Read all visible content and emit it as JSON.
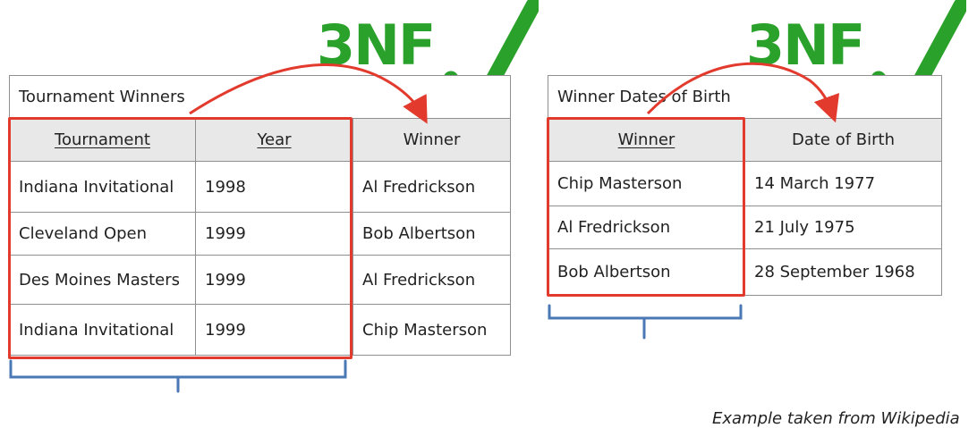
{
  "badges": {
    "left": "3NF",
    "right": "3NF"
  },
  "table1": {
    "caption": "Tournament Winners",
    "headers": [
      "Tournament",
      "Year",
      "Winner"
    ],
    "rows": [
      [
        "Indiana Invitational",
        "1998",
        "Al Fredrickson"
      ],
      [
        "Cleveland Open",
        "1999",
        "Bob Albertson"
      ],
      [
        "Des Moines Masters",
        "1999",
        "Al Fredrickson"
      ],
      [
        "Indiana Invitational",
        "1999",
        "Chip Masterson"
      ]
    ]
  },
  "table2": {
    "caption": "Winner Dates of Birth",
    "headers": [
      "Winner",
      "Date of Birth"
    ],
    "rows": [
      [
        "Chip Masterson",
        "14 March 1977"
      ],
      [
        "Al Fredrickson",
        "21 July 1975"
      ],
      [
        "Bob Albertson",
        "28 September 1968"
      ]
    ]
  },
  "footnote": "Example taken from Wikipedia",
  "colors": {
    "check": "#2aa12a",
    "highlight": "#e23b2e",
    "brace": "#4a78b5",
    "header_bg": "#e8e8e8"
  }
}
